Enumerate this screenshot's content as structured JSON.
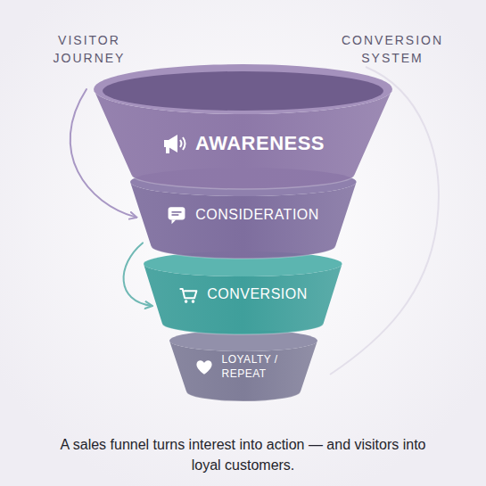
{
  "diagram": {
    "caption": "A sales funnel turns interest into action — and visitors into loyal customers.",
    "nodes": [
      {
        "text": [
          "AWARENESS"
        ]
      },
      {
        "text": [
          "CONSIDERATION"
        ]
      },
      {
        "text": [
          "CONVERSION"
        ]
      },
      {
        "text": [
          "LOYALTY / REPEAT"
        ]
      }
    ],
    "edges": [
      {
        "from": 0,
        "to": 1,
        "arrow": "to"
      },
      {
        "from": 1,
        "to": 2,
        "arrow": "to"
      }
    ],
    "labels": [
      "VISITOR JOURNEY",
      "CONVERSION SYSTEM"
    ]
  }
}
